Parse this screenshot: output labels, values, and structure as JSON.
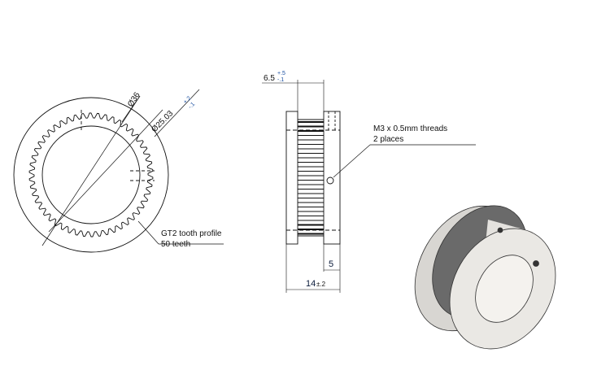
{
  "front_view": {
    "outer_diameter": "Ø36",
    "pitch_diameter": "Ø25.03",
    "pitch_tol_plus": "+.2",
    "pitch_tol_minus": "-.1",
    "teeth_count": 50,
    "note_line1": "GT2 tooth profile",
    "note_line2": "50 teeth"
  },
  "side_view": {
    "groove_width": "6.5",
    "groove_tol_plus": "+.5",
    "groove_tol_minus": "-.1",
    "hub_width": "5",
    "total_width": "14",
    "total_tol": "±.2",
    "thread_note_line1": "M3 x 0.5mm threads",
    "thread_note_line2": "2 places"
  },
  "colors": {
    "line": "#111111",
    "dim": "#1a4fa0",
    "render_body": "#e4e2de"
  }
}
